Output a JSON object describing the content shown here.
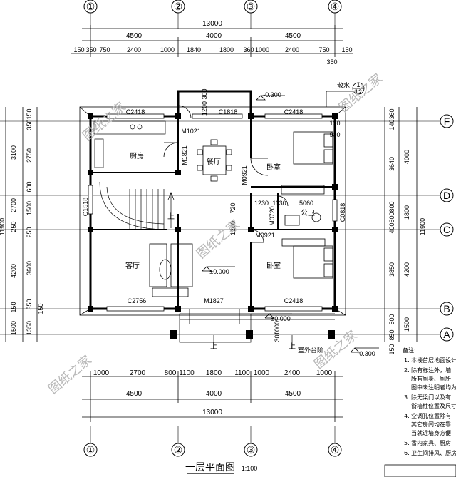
{
  "axes_h": [
    "①",
    "②",
    "③",
    "④"
  ],
  "axes_v": [
    "F",
    "D",
    "C",
    "B",
    "A"
  ],
  "dims": {
    "top_total": "13000",
    "top_mid": [
      "4500",
      "4000",
      "4500"
    ],
    "top_detail": [
      "150",
      "350",
      "750",
      "2400",
      "1000",
      "1840",
      "1800",
      "360",
      "1000",
      "2400",
      "750",
      "150"
    ],
    "right_350": "350",
    "bottom_detail": [
      "1000",
      "2700",
      "800",
      "1100",
      "1800",
      "1100",
      "1000",
      "2400",
      "1000"
    ],
    "bottom_mid": [
      "4500",
      "4000",
      "4500"
    ],
    "bottom_total": "13000",
    "left_outer": [
      "150",
      "350",
      "3100",
      "2750",
      "600",
      "2700",
      "1500",
      "250",
      "250",
      "4200",
      "3600",
      "350",
      "150",
      "1500",
      "1350",
      "150"
    ],
    "left_total": "11900",
    "right_inner": [
      "360",
      "140",
      "3640",
      "4000",
      "1800",
      "800",
      "600",
      "400",
      "11900",
      "3850",
      "4200",
      "150",
      "850",
      "500",
      "1500"
    ]
  },
  "rooms": {
    "kitchen": "厨房",
    "dining": "餐厅",
    "bedroom1": "卧室",
    "living": "客厅",
    "bedroom2": "卧室",
    "bathroom": "公卫",
    "up1": "上",
    "up2": "上",
    "up3": "上",
    "terrace": "室外台阶"
  },
  "codes": {
    "c2418_a": "C2418",
    "c1818": "C1818",
    "c2418_b": "C2418",
    "m1021": "M1021",
    "m1821": "M1821",
    "m0921_a": "M0921",
    "c1518": "C1518",
    "m0720": "M0720",
    "c0818": "C0818",
    "m0921_b": "M0921",
    "c2756": "C2756",
    "m1827": "M1827",
    "c2418_c": "C2418",
    "tag_1200": "1200",
    "tag_300": "300",
    "tag_720": "720",
    "tag_1200_b": "1200",
    "tag_1230": "1230",
    "tag_1130": "1130",
    "tag_5060": "5060",
    "tag_1000": "1000",
    "tag_300_b": "300",
    "tag_120": "120",
    "tag_930": "930"
  },
  "levels": {
    "lv_top": "-0.300",
    "lv_living": "±0.000",
    "lv_porch": "±0.000",
    "lv_bottom": "-0.300"
  },
  "downpipe": "散水",
  "detail_mark": "1",
  "detail_sub": "12",
  "watermark": "图纸之家",
  "notes_title": "备注:",
  "notes": [
    "1. 本楼首层地面设计",
    "2. 除有标注外，墙",
    "所有厕身、厕所",
    "图中未注明者均为",
    "3. 除无梁门以及有",
    "衔墙柱位置及尺寸",
    "4. 空调孔位置除有",
    "其它房间均在靠",
    "当就近墙身方便",
    "5. 番内家具、厨房",
    "6. 卫生间排风、厨房"
  ],
  "drawing_title": "一层平面图",
  "scale": "1:100"
}
